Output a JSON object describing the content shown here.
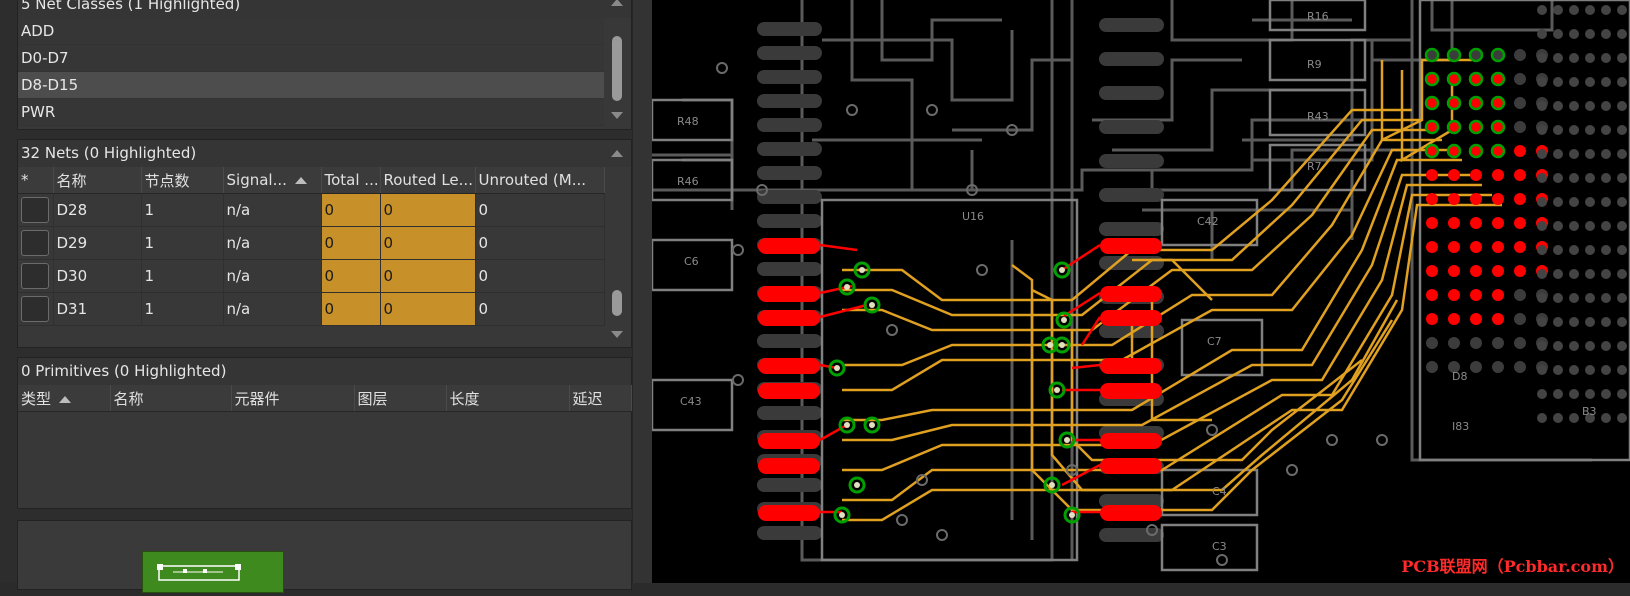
{
  "net_classes": {
    "header": "5 Net Classes (1 Highlighted)",
    "items": [
      {
        "label": "ADD",
        "selected": false
      },
      {
        "label": "D0-D7",
        "selected": false
      },
      {
        "label": "D8-D15",
        "selected": true
      },
      {
        "label": "PWR",
        "selected": false
      }
    ]
  },
  "nets": {
    "header": "32 Nets (0 Highlighted)",
    "columns": [
      "*",
      "名称",
      "节点数",
      "Signal...",
      "Total ...",
      "Routed Le...",
      "Unrouted (M..."
    ],
    "rows": [
      {
        "name": "D28",
        "nodes": "1",
        "signal": "n/a",
        "total": "0",
        "routed": "0",
        "unrouted": "0"
      },
      {
        "name": "D29",
        "nodes": "1",
        "signal": "n/a",
        "total": "0",
        "routed": "0",
        "unrouted": "0"
      },
      {
        "name": "D30",
        "nodes": "1",
        "signal": "n/a",
        "total": "0",
        "routed": "0",
        "unrouted": "0"
      },
      {
        "name": "D31",
        "nodes": "1",
        "signal": "n/a",
        "total": "0",
        "routed": "0",
        "unrouted": "0"
      }
    ]
  },
  "primitives": {
    "header": "0 Primitives (0 Highlighted)",
    "columns": [
      "类型",
      "名称",
      "元器件",
      "图层",
      "长度",
      "延迟"
    ]
  },
  "pcb": {
    "labels": {
      "r16": "R16",
      "r9": "R9",
      "r43": "R43",
      "r7": "R7",
      "r48": "R48",
      "r46": "R46",
      "u16": "U16",
      "c42": "C42",
      "c6": "C6",
      "c7": "C7",
      "c43": "C43",
      "c4": "C4",
      "c3": "C3",
      "d8": "D8",
      "i83": "I83",
      "b3": "B3"
    },
    "colors": {
      "background": "#000000",
      "pad": "#ff0000",
      "trace": "#e0a020",
      "via": "#00a000",
      "outline": "#808080"
    }
  },
  "watermark": "PCB联盟网（Pcbbar.com）"
}
